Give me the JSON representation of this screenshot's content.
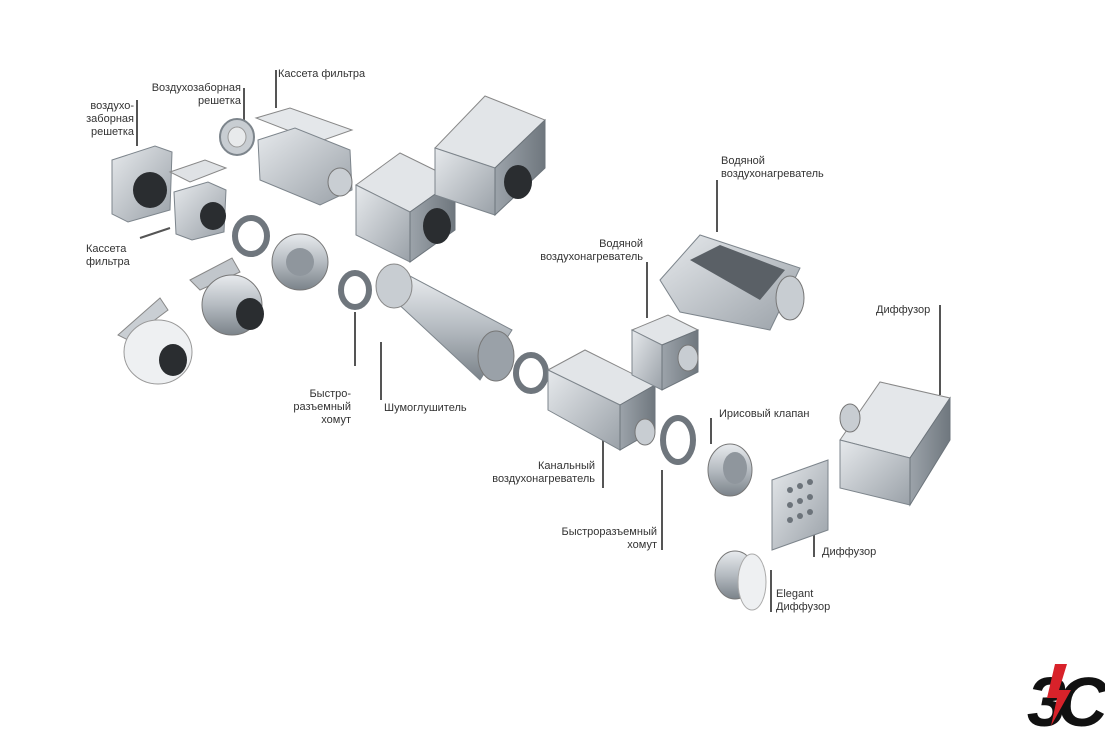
{
  "labels": {
    "intake_grille_left": "воздухо-\nзаборная\nрешетка",
    "intake_grille_top": "Воздухозаборная\nрешетка",
    "filter_cassette_top": "Кассета фильтра",
    "filter_cassette_left": "Кассета\nфильтра",
    "water_heater_right": "Водяной\nвоздухонагреватель",
    "water_heater_center": "Водяной\nвоздухонагреватель",
    "diffuser_right": "Диффузор",
    "quick_clamp_left": "Быстро-\nразъемный хомут",
    "silencer": "Шумоглушитель",
    "iris_valve": "Ирисовый клапан",
    "duct_heater": "Канальный\nвоздухонагреватель",
    "quick_clamp_bottom": "Быстроразъемный\nхомут",
    "diffuser_bottom": "Диффузор",
    "elegant_diffuser": "Elegant\nДиффузор"
  },
  "logo": {
    "text": "3C",
    "colors": {
      "black": "#111111",
      "red": "#d8222a"
    }
  },
  "colors": {
    "metal_light": "#d9dde1",
    "metal_mid": "#aab0b6",
    "metal_dark": "#6c737a",
    "leader": "#555555"
  }
}
